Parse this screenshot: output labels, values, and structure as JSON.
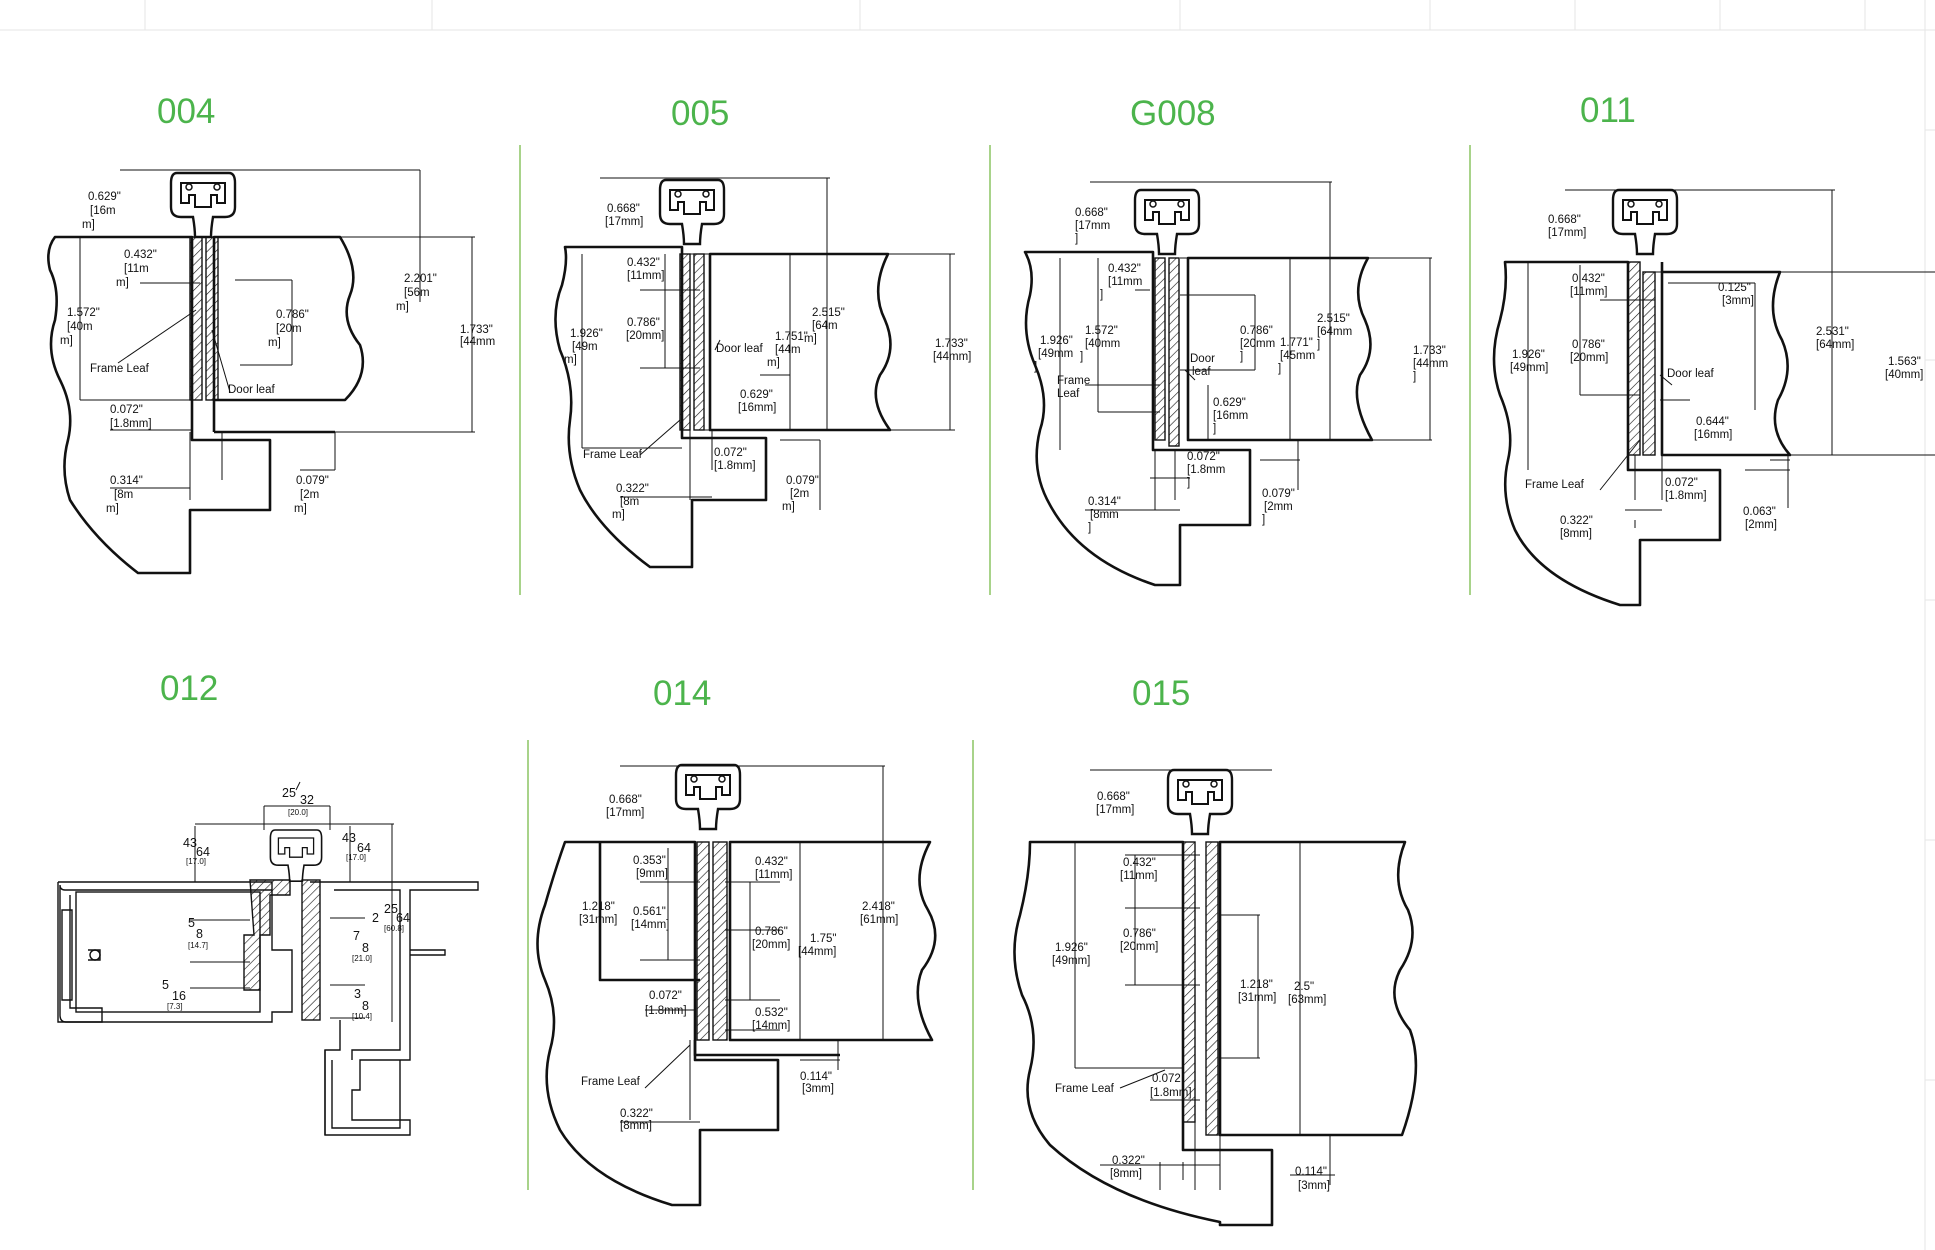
{
  "colors": {
    "title": "#4cb44c",
    "divider": "#a8d38a",
    "line": "#111111"
  },
  "panels": [
    {
      "id": "004",
      "title": "004",
      "labels": {
        "frame_leaf": "Frame Leaf",
        "door_leaf": "Door leaf",
        "d_top_a": "0.629\"",
        "d_top_b": "[16m",
        "d_top_c": "m]",
        "d_432_a": "0.432\"",
        "d_432_b": "[11m",
        "d_432_c": "m]",
        "d_1572_a": "1.572\"",
        "d_1572_b": "[40m",
        "d_1572_c": "m]",
        "d_786_a": "0.786\"",
        "d_786_b": "[20m",
        "d_786_c": "m]",
        "d_2201_a": "2.201\"",
        "d_2201_b": "[56m",
        "d_2201_c": "m]",
        "d_1733_a": "1.733\"",
        "d_1733_b": "[44mm",
        "d_072_a": "0.072\"",
        "d_072_b": "[1.8mm]",
        "d_314_a": "0.314\"",
        "d_314_b": "[8m",
        "d_314_c": "m]",
        "d_079_a": "0.079\"",
        "d_079_b": "[2m",
        "d_079_c": "m]"
      }
    },
    {
      "id": "005",
      "title": "005",
      "labels": {
        "frame_leaf": "Frame Leaf",
        "door_leaf": "Door leaf",
        "d_668_a": "0.668\"",
        "d_668_b": "[17mm]",
        "d_432_a": "0.432\"",
        "d_432_b": "[11mm]",
        "d_786_a": "0.786\"",
        "d_786_b": "[20mm]",
        "d_1926_a": "1.926\"",
        "d_1926_b": "[49m",
        "d_1926_c": "m]",
        "d_2515_a": "2.515\"",
        "d_2515_b": "[64m",
        "d_2515_c": "m]",
        "d_1751_a": "1.751\"",
        "d_1751_b": "[44m",
        "d_1751_c": "m]",
        "d_1733_a": "1.733\"",
        "d_1733_b": "[44mm]",
        "d_629_a": "0.629\"",
        "d_629_b": "[16mm]",
        "d_072_a": "0.072\"",
        "d_072_b": "[1.8mm]",
        "d_322_a": "0.322\"",
        "d_322_b": "[8m",
        "d_322_c": "m]",
        "d_079_a": "0.079\"",
        "d_079_b": "[2m",
        "d_079_c": "m]"
      }
    },
    {
      "id": "008",
      "title": "G008",
      "labels": {
        "frame_leaf_a": "Frame",
        "frame_leaf_b": "Leaf",
        "door_leaf_a": "Door",
        "door_leaf_b": "leaf",
        "d_668_a": "0.668\"",
        "d_668_b": "[17mm",
        "d_668_c": "]",
        "d_432_a": "0.432\"",
        "d_432_b": "[11mm",
        "d_432_c": "]",
        "d_1572_a": "1.572\"",
        "d_1572_b": "[40mm",
        "d_1572_c": "]",
        "d_1926_a": "1.926\"",
        "d_1926_b": "[49mm",
        "d_1926_c": "]",
        "d_786_a": "0.786\"",
        "d_786_b": "[20mm",
        "d_786_c": "]",
        "d_1771_a": "1.771\"",
        "d_1771_b": "[45mm",
        "d_1771_c": "]",
        "d_2515_a": "2.515\"",
        "d_2515_b": "[64mm",
        "d_2515_c": "]",
        "d_1733_a": "1.733\"",
        "d_1733_b": "[44mm",
        "d_1733_c": "]",
        "d_629_a": "0.629\"",
        "d_629_b": "[16mm",
        "d_629_c": "]",
        "d_072_a": "0.072\"",
        "d_072_b": "[1.8mm",
        "d_072_c": "]",
        "d_314_a": "0.314\"",
        "d_314_b": "[8mm",
        "d_314_c": "]",
        "d_079_a": "0.079\"",
        "d_079_b": "[2mm",
        "d_079_c": "]"
      }
    },
    {
      "id": "011",
      "title": "011",
      "labels": {
        "frame_leaf": "Frame Leaf",
        "door_leaf": "Door leaf",
        "d_668_a": "0.668\"",
        "d_668_b": "[17mm]",
        "d_432_a": "0.432\"",
        "d_432_b": "[11mm]",
        "d_786_a": "0.786\"",
        "d_786_b": "[20mm]",
        "d_1926_a": "1.926\"",
        "d_1926_b": "[49mm]",
        "d_125_a": "0.125\"",
        "d_125_b": "[3mm]",
        "d_2531_a": "2.531\"",
        "d_2531_b": "[64mm]",
        "d_1563_a": "1.563\"",
        "d_1563_b": "[40mm]",
        "d_644_a": "0.644\"",
        "d_644_b": "[16mm]",
        "d_072_a": "0.072\"",
        "d_072_b": "[1.8mm]",
        "d_322_a": "0.322\"",
        "d_322_b": "[8mm]",
        "d_063_a": "0.063\"",
        "d_063_b": "[2mm]"
      }
    },
    {
      "id": "012",
      "title": "012",
      "labels": {
        "f25_n": "25",
        "f25_d": "32",
        "f25_mm": "[20.0]",
        "f43l_n": "43",
        "f43l_d": "64",
        "f43l_mm": "[17.0]",
        "f43r_n": "43",
        "f43r_d": "64",
        "f43r_mm": "[17.0]",
        "f2_w": "2",
        "f2_n": "25",
        "f2_d": "64",
        "f2_mm": "[60.8]",
        "f5_8_n": "5",
        "f5_8_d": "8",
        "f5_8_mm": "[14.7]",
        "f7_8_n": "7",
        "f7_8_d": "8",
        "f7_8_mm": "[21.0]",
        "f5_16_n": "5",
        "f5_16_d": "16",
        "f5_16_mm": "[7.3]",
        "f3_8_n": "3",
        "f3_8_d": "8",
        "f3_8_mm": "[10.4]"
      }
    },
    {
      "id": "014",
      "title": "014",
      "labels": {
        "frame_leaf": "Frame Leaf",
        "d_668_a": "0.668\"",
        "d_668_b": "[17mm]",
        "d_353_a": "0.353\"",
        "d_353_b": "[9mm]",
        "d_432_a": "0.432\"",
        "d_432_b": "[11mm]",
        "d_1218_a": "1.218\"",
        "d_1218_b": "[31mm]",
        "d_561_a": "0.561\"",
        "d_561_b": "[14mm]",
        "d_786_a": "0.786\"",
        "d_786_b": "[20mm]",
        "d_175_a": "1.75\"",
        "d_175_b": "[44mm]",
        "d_2418_a": "2.418\"",
        "d_2418_b": "[61mm]",
        "d_072_a": "0.072\"",
        "d_072_b": "[1.8mm]",
        "d_532_a": "0.532\"",
        "d_532_b": "[14mm]",
        "d_114_a": "0.114\"",
        "d_114_b": "[3mm]",
        "d_322_a": "0.322\"",
        "d_322_b": "[8mm]"
      }
    },
    {
      "id": "015",
      "title": "015",
      "labels": {
        "frame_leaf": "Frame Leaf",
        "d_668_a": "0.668\"",
        "d_668_b": "[17mm]",
        "d_432_a": "0.432\"",
        "d_432_b": "[11mm]",
        "d_1926_a": "1.926\"",
        "d_1926_b": "[49mm]",
        "d_786_a": "0.786\"",
        "d_786_b": "[20mm]",
        "d_1218_a": "1.218\"",
        "d_1218_b": "[31mm]",
        "d_25_a": "2.5\"",
        "d_25_b": "[63mm]",
        "d_072_a": "0.072",
        "d_072_b": "[1.8mm]",
        "d_322_a": "0.322\"",
        "d_322_b": "[8mm]",
        "d_114_a": "0.114\"",
        "d_114_b": "[3mm]"
      }
    }
  ]
}
